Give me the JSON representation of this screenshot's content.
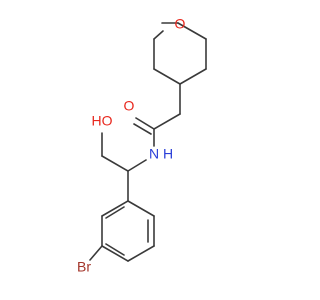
{
  "molecule": {
    "atoms": {
      "ring_oxygen": "O",
      "carbonyl_oxygen": "O",
      "nitrogen": "N",
      "nitrogen_h": "H",
      "hydroxyl": "HO",
      "bromine": "Br"
    }
  },
  "colors": {
    "bond": "#3a3a3a",
    "oxygen": "#e8281e",
    "nitrogen": "#2a3fd8",
    "bromine": "#a3352a"
  }
}
